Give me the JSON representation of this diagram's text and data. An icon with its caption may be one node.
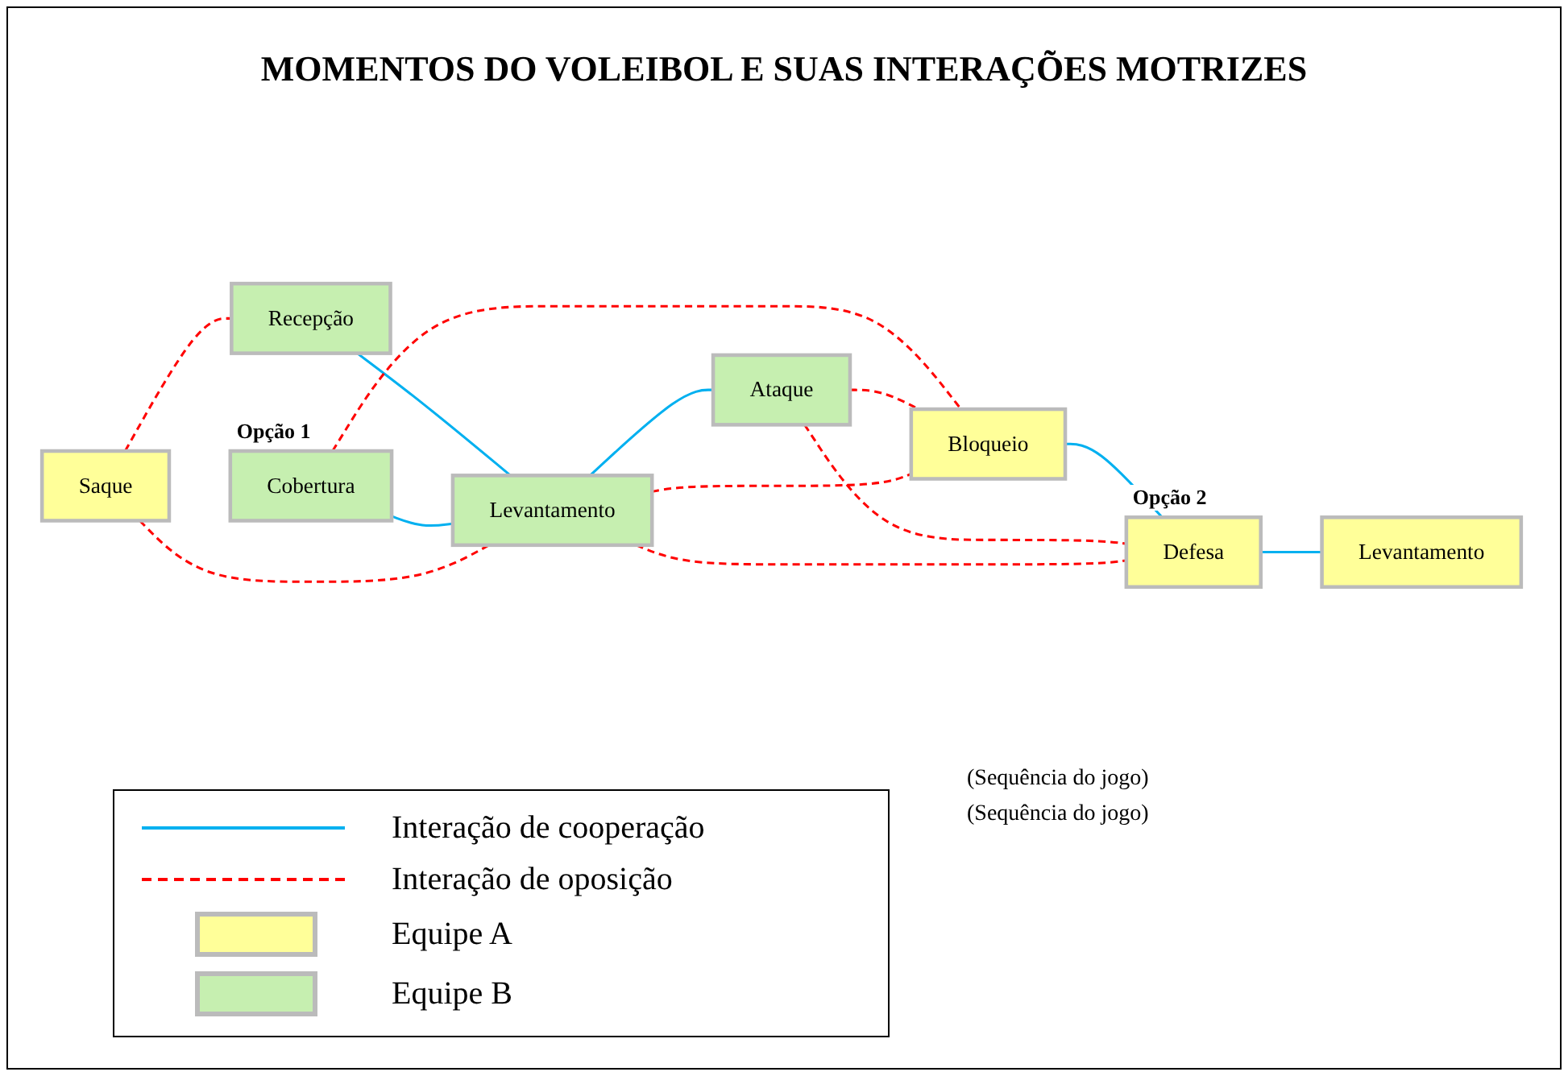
{
  "diagram": {
    "title": "MOMENTOS DO VOLEIBOL E SUAS INTERAÇÕES MOTRIZES",
    "nodes": [
      {
        "text": [
          "Saque"
        ]
      },
      {
        "text": [
          "Recepção"
        ]
      },
      {
        "text": [
          "Levantamento"
        ]
      },
      {
        "text": [
          "Ataque"
        ]
      },
      {
        "text": [
          "Bloqueio"
        ]
      },
      {
        "text": [
          "Cobertura"
        ],
        "beside": [
          "Opção 1"
        ]
      },
      {
        "text": [
          "Defesa"
        ],
        "beside": [
          "Opção 2"
        ]
      },
      {
        "text": [
          "Levantamento"
        ]
      }
    ],
    "edges": [
      {
        "from": 1,
        "to": 2,
        "arrow": "none",
        "color": "#00b0f0"
      },
      {
        "from": 2,
        "to": 3,
        "arrow": "none",
        "color": "#00b0f0"
      },
      {
        "from": 5,
        "to": 2,
        "arrow": "none",
        "color": "#00b0f0"
      },
      {
        "from": 4,
        "to": 6,
        "arrow": "none",
        "color": "#00b0f0"
      },
      {
        "from": 6,
        "to": 7,
        "arrow": "none",
        "color": "#00b0f0"
      },
      {
        "from": 0,
        "to": 1,
        "arrow": "none",
        "style": "dashed"
      },
      {
        "from": 0,
        "to": 2,
        "arrow": "none",
        "style": "dashed"
      },
      {
        "from": 5,
        "to": 4,
        "arrow": "none",
        "style": "dashed"
      },
      {
        "from": 3,
        "to": 4,
        "arrow": "none",
        "style": "dashed"
      },
      {
        "from": 2,
        "to": 4,
        "arrow": "none",
        "style": "dashed"
      },
      {
        "from": 3,
        "to": 6,
        "arrow": "none",
        "style": "dashed"
      },
      {
        "from": 2,
        "to": 6,
        "arrow": "none",
        "style": "dashed"
      }
    ],
    "labels": [
      "(Sequência do jogo)",
      "(Sequência do jogo)"
    ],
    "legend": [
      {
        "text": "Interação de cooperação"
      },
      {
        "text": "Interação de oposição"
      },
      {
        "text": "Equipe A",
        "color": "#ffff99"
      },
      {
        "text": "Equipe B",
        "color": "#c6efb0"
      }
    ]
  }
}
